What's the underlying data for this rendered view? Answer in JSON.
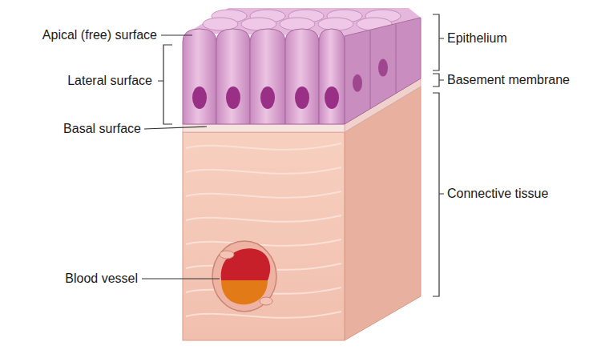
{
  "diagram": {
    "labels": [
      "Apical (free) surface",
      "Epithelium",
      "Lateral surface",
      "Basement membrane",
      "Basal surface",
      "Connective tissue",
      "Blood vessel"
    ]
  }
}
